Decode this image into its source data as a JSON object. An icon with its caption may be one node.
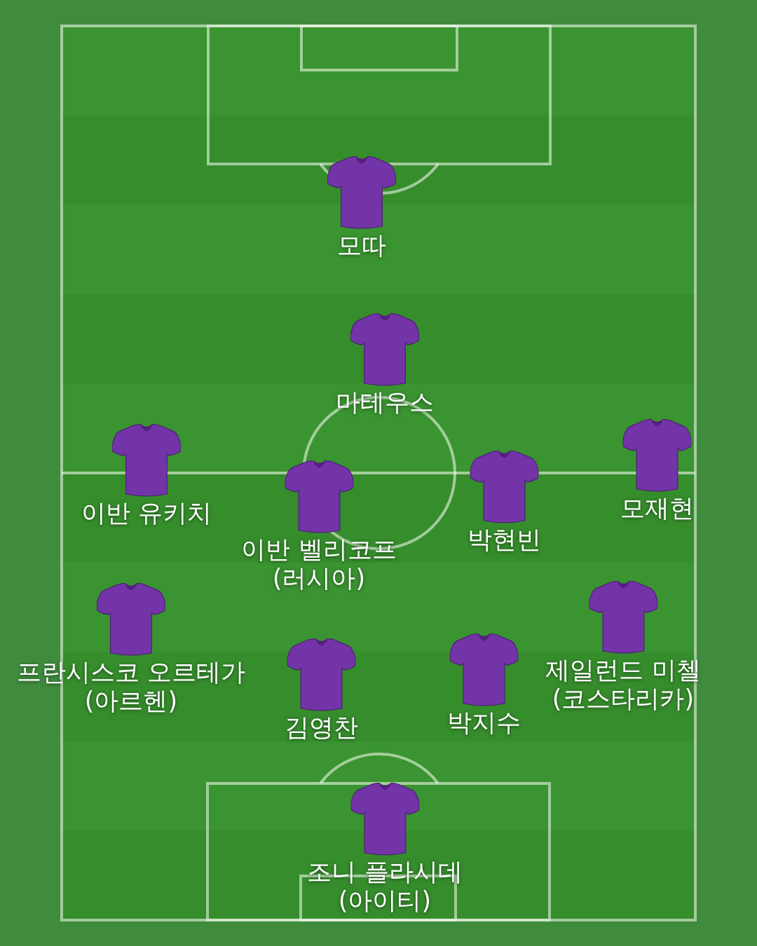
{
  "diagram": {
    "nodes": [
      {
        "text": [
          "모따"
        ]
      },
      {
        "text": [
          "마테우스"
        ]
      },
      {
        "text": [
          "이반 유키치"
        ]
      },
      {
        "text": [
          "이반 벨리코프",
          "(러시아)"
        ]
      },
      {
        "text": [
          "박현빈"
        ]
      },
      {
        "text": [
          "모재현"
        ]
      },
      {
        "text": [
          "프란시스코 오르테가",
          "(아르헨)"
        ]
      },
      {
        "text": [
          "김영찬"
        ]
      },
      {
        "text": [
          "박지수"
        ]
      },
      {
        "text": [
          "제일런드 미첼",
          "(코스타리카)"
        ]
      },
      {
        "text": [
          "조니 플라시데",
          "(아이티)"
        ]
      }
    ]
  }
}
